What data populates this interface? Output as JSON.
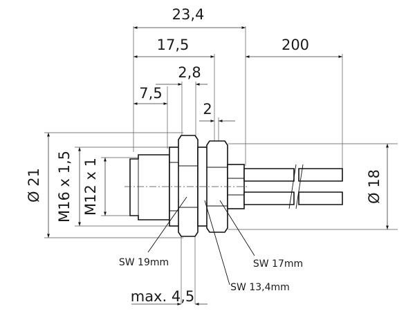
{
  "dimensions": {
    "overall_length": "23,4",
    "connector_length": "17,5",
    "flange": "2,8",
    "front_part": "7,5",
    "nut_gap": "2",
    "cable_length": "200",
    "max_panel": "max. 4,5",
    "outer_diameter": "Ø 21",
    "thread_outer": "M16 x 1,5",
    "thread_inner": "M12 x 1",
    "cable_diameter": "Ø 18"
  },
  "wrench_sizes": {
    "sw19": "SW 19mm",
    "sw17": "SW 17mm",
    "sw134": "SW 13,4mm"
  }
}
